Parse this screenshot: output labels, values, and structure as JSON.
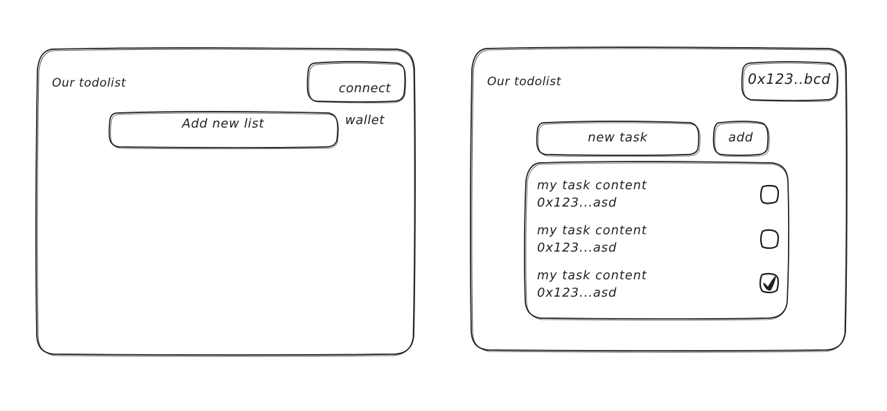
{
  "canvas": {
    "background": "#ffffff",
    "stroke_color": "#1e1e1e",
    "style": "hand-drawn-wireframe"
  },
  "panels": [
    {
      "id": "panel-disconnected",
      "name": "todolist-app-disconnected",
      "title": "Our todolist",
      "wallet_button": {
        "name": "connect-wallet-button",
        "line1": "connect",
        "line2": "wallet"
      },
      "primary_action": {
        "name": "add-new-list-button",
        "label": "Add new list"
      }
    },
    {
      "id": "panel-connected",
      "name": "todolist-app-connected",
      "title": "Our todolist",
      "wallet_badge": {
        "name": "wallet-address-badge",
        "label": "0x123..bcd"
      },
      "new_task_input": {
        "name": "new-task-input",
        "value": "new task",
        "placeholder": "new task"
      },
      "add_button": {
        "name": "add-task-button",
        "label": "add"
      },
      "task_list": {
        "name": "task-list-card",
        "tasks": [
          {
            "content": "my task content",
            "owner": "0x123...asd",
            "checked": false,
            "checkbox_glyph": "empty-checkbox-icon"
          },
          {
            "content": "my task content",
            "owner": "0x123...asd",
            "checked": false,
            "checkbox_glyph": "empty-checkbox-icon"
          },
          {
            "content": "my task content",
            "owner": "0x123...asd",
            "checked": true,
            "checkbox_glyph": "checked-checkbox-icon"
          }
        ]
      }
    }
  ]
}
